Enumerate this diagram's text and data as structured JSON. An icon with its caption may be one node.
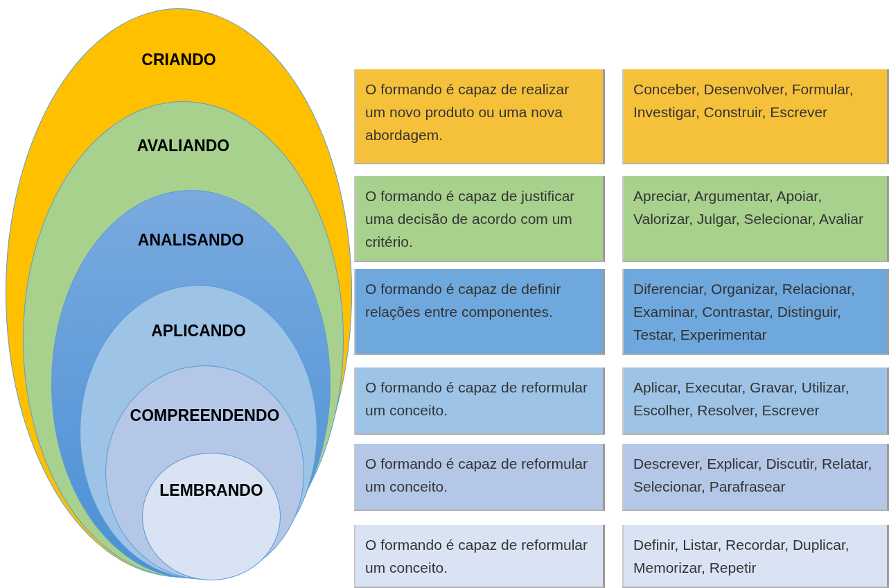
{
  "diagram": {
    "nodes": [
      {
        "text": [
          "CRIANDO"
        ]
      },
      {
        "text": [
          "AVALIANDO"
        ],
        "in": 0
      },
      {
        "text": [
          "ANALISANDO"
        ],
        "in": 1
      },
      {
        "text": [
          "APLICANDO"
        ],
        "in": 2
      },
      {
        "text": [
          "COMPREENDENDO"
        ],
        "in": 3
      },
      {
        "text": [
          "LEMBRANDO"
        ],
        "in": 4
      },
      {
        "text": [
          "O formando é capaz de realizar um novo produto ou uma nova abordagem."
        ]
      },
      {
        "text": [
          "Conceber, Desenvolver, Formular, Investigar, Construir, Escrever"
        ]
      },
      {
        "text": [
          "O formando é capaz de justificar uma decisão de acordo com um critério."
        ]
      },
      {
        "text": [
          "Apreciar, Argumentar, Apoiar, Valorizar, Julgar, Selecionar, Avaliar"
        ]
      },
      {
        "text": [
          "O formando é capaz de definir relações entre componentes."
        ]
      },
      {
        "text": [
          "Diferenciar, Organizar, Relacionar, Examinar, Contrastar, Distinguir, Testar, Experimentar"
        ]
      },
      {
        "text": [
          "O formando é capaz de reformular um conceito."
        ]
      },
      {
        "text": [
          "Aplicar, Executar, Gravar, Utilizar, Escolher, Resolver, Escrever"
        ]
      },
      {
        "text": [
          "O formando é capaz de reformular um conceito."
        ]
      },
      {
        "text": [
          "Descrever, Explicar, Discutir, Relatar, Selecionar, Parafrasear"
        ]
      },
      {
        "text": [
          "O formando é capaz de reformular um conceito."
        ]
      },
      {
        "text": [
          "Definir, Listar, Recordar, Duplicar, Memorizar, Repetir"
        ]
      }
    ]
  }
}
